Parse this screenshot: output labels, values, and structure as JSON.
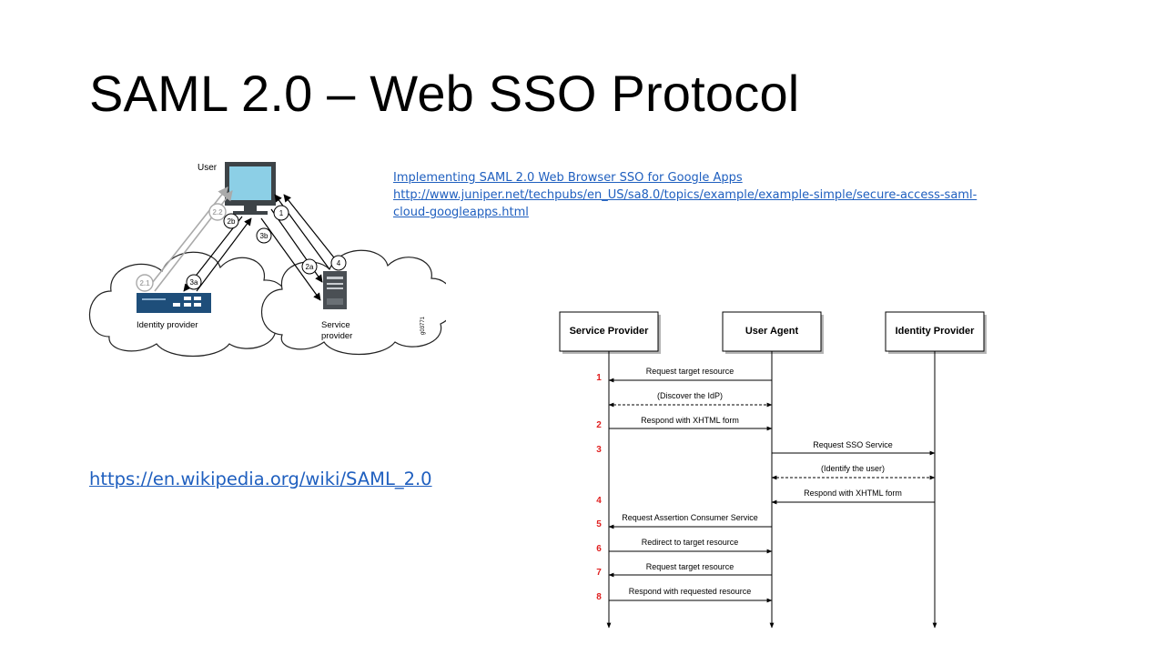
{
  "slide": {
    "title": "SAML 2.0 – Web SSO Protocol",
    "reference_title": "Implementing SAML 2.0 Web Browser SSO for Google Apps",
    "reference_url_line1": "http://www.juniper.net/techpubs/en_US/sa8.0/topics/example/example-simple/secure-access-saml-",
    "reference_url_line2": "cloud-googleapps.html",
    "wikipedia_link": "https://en.wikipedia.org/wiki/SAML_2.0"
  },
  "network_diagram": {
    "user_label": "User",
    "identity_provider_label": "Identity provider",
    "service_provider_label_1": "Service",
    "service_provider_label_2": "provider",
    "figure_id": "g03771",
    "step_labels": {
      "s1": "1",
      "s2_2": "2.2",
      "s2b": "2b",
      "s3b": "3b",
      "s2a": "2a",
      "s4": "4",
      "s2_1": "2.1",
      "s3a": "3a"
    }
  },
  "sequence_diagram": {
    "participants": {
      "sp": "Service Provider",
      "ua": "User Agent",
      "idp": "Identity Provider"
    },
    "steps": [
      "1",
      "2",
      "3",
      "4",
      "5",
      "6",
      "7",
      "8"
    ],
    "messages": [
      "Request target resource",
      "(Discover the IdP)",
      "Respond with XHTML form",
      "Request SSO Service",
      "(Identify the user)",
      "Respond with XHTML form",
      "Request Assertion Consumer Service",
      "Redirect to target resource",
      "Request target resource",
      "Respond with requested resource"
    ],
    "step_color": "#e02020"
  }
}
